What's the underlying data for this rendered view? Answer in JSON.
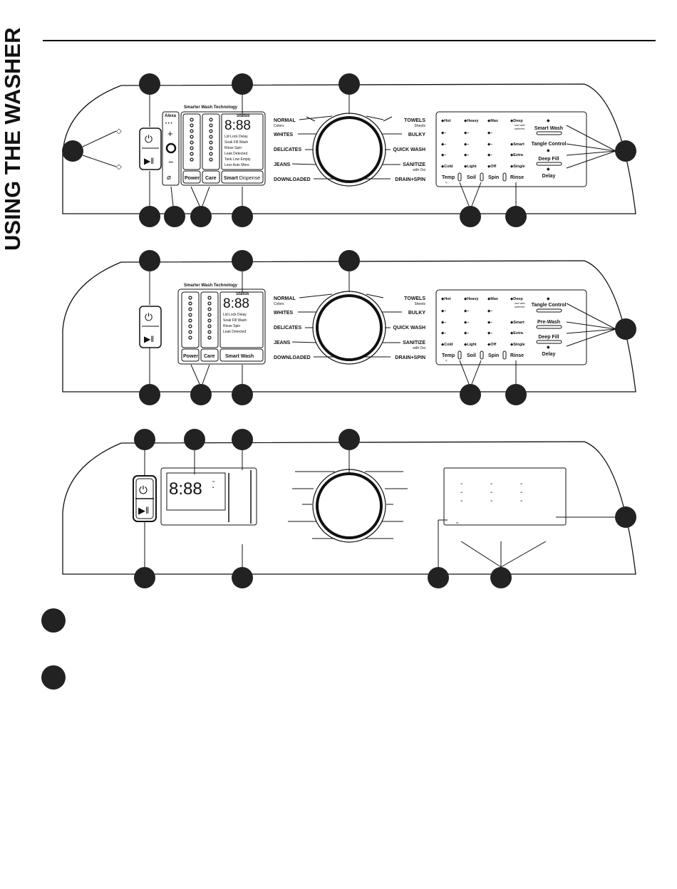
{
  "section_title": "USING THE WASHER",
  "panel1": {
    "alexa": {
      "label": "Alexa",
      "plus": "+",
      "minus": "−"
    },
    "smarter_wash_technology": "Smarter Wash Technology",
    "status": "Status",
    "display_digits": "8:88",
    "status_rows": [
      "Lid  Lock  Delay",
      "Soak  Fill  Wash",
      "Rinse  Spin",
      "Leak Detected",
      "Tank Low Empty",
      "Less    Auto    More"
    ],
    "buttons": {
      "power": "Power",
      "care": "Care",
      "smart_dispense_bold": "Smart",
      "smart_dispense_rest": " Dispense"
    }
  },
  "panel2": {
    "smarter_wash_technology": "Smarter Wash Technology",
    "status": "Status",
    "display_digits": "8:88",
    "status_rows": [
      "Lid  Lock  Delay",
      "Soak  Fill  Wash",
      "Rinse  Spin",
      "Leak Detected"
    ],
    "buttons": {
      "power": "Power",
      "care": "Care",
      "smart_wash": "Smart Wash"
    }
  },
  "dial": {
    "left": [
      "NORMAL",
      "WHITES",
      "DELICATES",
      "JEANS",
      "DOWNLOADED"
    ],
    "normal_sub": "Colors",
    "right": [
      "TOWELS",
      "BULKY",
      "QUICK WASH",
      "SANITIZE",
      "DRAIN+SPIN"
    ],
    "towels_sub": "Sheets",
    "sanitize_sub": "with Oxi"
  },
  "options_grid": {
    "rows": [
      [
        "Hot",
        "Heavy",
        "Max",
        "Deep"
      ],
      [
        "–",
        "–",
        "–",
        ""
      ],
      [
        "–",
        "–",
        "–",
        "Smart"
      ],
      [
        "–",
        "–",
        "–",
        "Extra"
      ],
      [
        "Cold",
        "Light",
        "Off",
        "Single"
      ]
    ],
    "deep_note": [
      "use with",
      "softener"
    ],
    "buttons": [
      "Temp",
      "Soil",
      "Spin",
      "Rinse"
    ]
  },
  "panel1_right_options": [
    "Smart Wash",
    "Tangle Control",
    "Deep Fill",
    "Delay"
  ],
  "panel2_right_options": [
    "Tangle Control",
    "Pre-Wash",
    "Deep Fill",
    "Delay"
  ],
  "panel3": {
    "display_digits": "8:88",
    "dashes": [
      "-",
      "-",
      "-"
    ]
  },
  "colors": {
    "ink": "#111111",
    "callout": "#222222",
    "line": "#000000"
  }
}
